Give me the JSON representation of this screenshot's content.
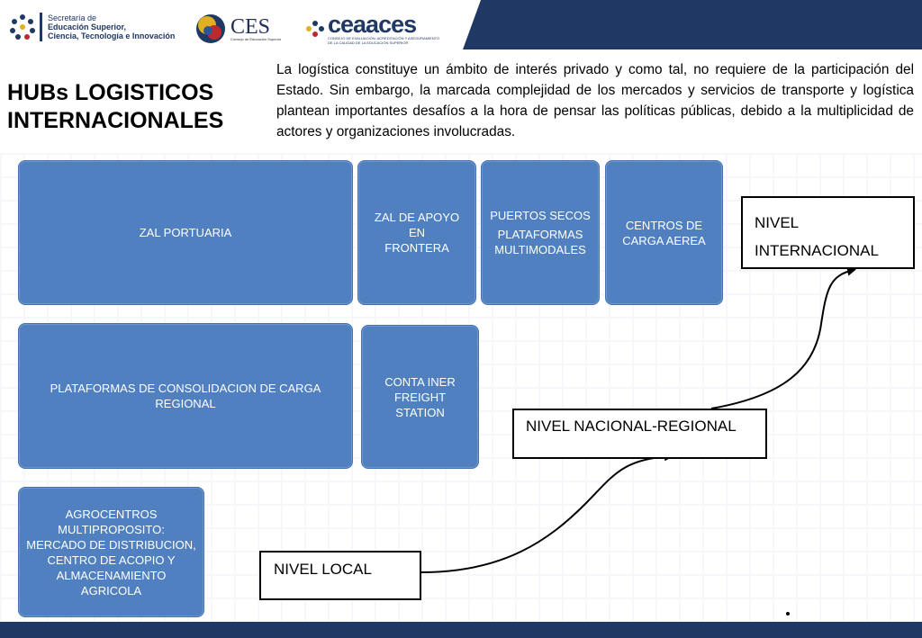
{
  "header": {
    "logos": {
      "senescyt": {
        "lines": [
          "Secretaría de",
          "Educación Superior,",
          "Ciencia, Tecnología e Innovación"
        ],
        "icon": "senescyt-dots-icon"
      },
      "ces": {
        "name": "CES",
        "subtitle": "Consejo de Educación Superior",
        "icon": "ces-circle-icon"
      },
      "ceaaces": {
        "name": "ceaaces",
        "subtitle": "CONSEJO DE EVALUACIÓN, ACREDITACIÓN Y ASEGURAMIENTO DE LA CALIDAD DE LA EDUCACIÓN SUPERIOR",
        "icon": "ceaaces-dots-icon"
      }
    },
    "band_color": "#1f3864"
  },
  "title": {
    "line1": "HUBs LOGISTICOS",
    "line2": "INTERNACIONALES"
  },
  "intro_text": "La logística constituye un ámbito de interés privado y como tal, no requiere de la participación del Estado. Sin embargo, la marcada complejidad de los mercados y servicios de transporte y logística plantean importantes desafíos a la hora de pensar las políticas públicas, debido a la multiplicidad de actores y organizaciones involucradas.",
  "boxes": {
    "zal_portuaria": [
      "ZAL PORTUARIA"
    ],
    "zal_frontera": [
      "ZAL DE APOYO EN",
      "FRONTERA"
    ],
    "puertos_secos": [
      "PUERTOS SECOS",
      "PLATAFORMAS",
      "MULTIMODALES"
    ],
    "carga_aerea": [
      "CENTROS DE",
      "CARGA AEREA"
    ],
    "consolidacion": [
      "PLATAFORMAS DE CONSOLIDACION DE CARGA",
      "REGIONAL"
    ],
    "container": [
      "CONTA INER",
      "FREIGHT STATION"
    ],
    "agrocentros": [
      "AGROCENTROS",
      "MULTIPROPOSITO:",
      "MERCADO DE DISTRIBUCION,",
      "CENTRO DE ACOPIO Y",
      "ALMACENAMIENTO",
      "AGRICOLA"
    ]
  },
  "levels": {
    "internacional": [
      "NIVEL",
      "INTERNACIONAL"
    ],
    "nacional": [
      "NIVEL NACIONAL-REGIONAL"
    ],
    "local": [
      "NIVEL LOCAL"
    ]
  },
  "colors": {
    "box_fill": "#5080c0",
    "box_text": "#ffffff",
    "dark_navy": "#1f3864"
  }
}
